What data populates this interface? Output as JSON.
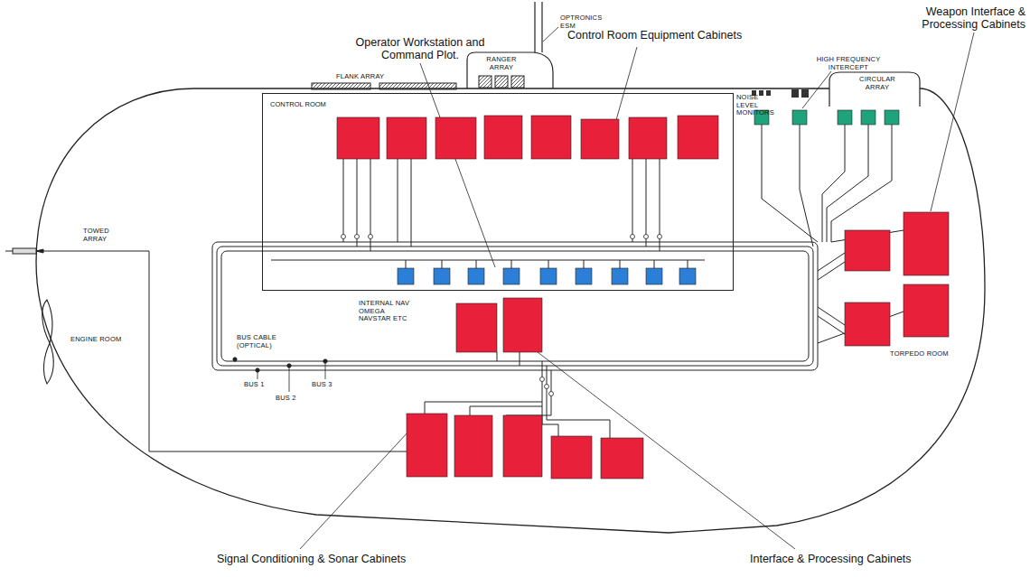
{
  "diagram": {
    "nodes": [
      {
        "text": [
          "CONTROL ROOM"
        ]
      }
    ],
    "labels": [
      "Weapon Interface & Processing Cabinets",
      "Operator Workstation and Command Plot.",
      "Control Room Equipment Cabinets",
      "OPTRONICS ESM",
      "FLANK ARRAY",
      "RANGER ARRAY",
      "HIGH FREQUENCY INTERCEPT",
      "NOISE LEVEL MONITORS",
      "CIRCULAR ARRAY",
      "TOWED ARRAY",
      "ENGINE ROOM",
      "INTERNAL NAV OMEGA NAVSTAR ETC",
      "BUS CABLE (OPTICAL)",
      "BUS 1",
      "BUS 2",
      "BUS 3",
      "TORPEDO ROOM",
      "Signal Conditioning & Sonar Cabinets",
      "Interface & Processing Cabinets"
    ]
  }
}
